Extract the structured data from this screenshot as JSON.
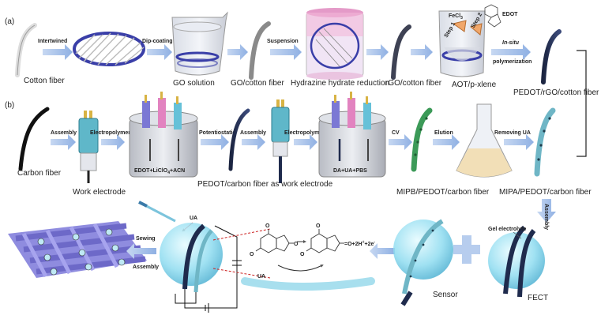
{
  "panels": {
    "a": "(a)",
    "b": "(b)"
  },
  "row_a": {
    "cotton_fiber": "Cotton fiber",
    "intertwined": "Intertwined",
    "dip_coating": "Dip-coating",
    "go_solution": "GO solution",
    "go_cotton_fiber": "GO/cotton fiber",
    "suspension": "Suspension",
    "hydrazine": "Hydrazine hydrate reduction",
    "rgo_cotton_fiber": "rGO/cotton fiber",
    "fecl3": "FeCl",
    "fecl3_sub": "3",
    "step1": "Step 1",
    "step2": "Step 2",
    "edot": "EDOT",
    "aot": "AOT/p-xlene",
    "in_situ": "In-situ",
    "polymerization": "polymerization",
    "pedot_rgo": "PEDOT/rGO/cotton fiber"
  },
  "row_b": {
    "carbon_fiber": "Carbon fiber",
    "assembly1": "Assembly",
    "work_electrode": "Work electrode",
    "electropolymerization1": "Electropolymerization",
    "edot_solution_pre": "EDOT+LiClO",
    "edot_solution_sub": "4",
    "edot_solution_post": "+ACN",
    "potentiostatic": "Potentiostatic",
    "assembly2": "Assembly",
    "pedot_carbon": "PEDOT/carbon fiber as work electrode",
    "electropolymerization2": "Electropolymerization",
    "da_ua_pbs": "DA+UA+PBS",
    "cv": "CV",
    "mipb": "MIPB/PEDOT/carbon fiber",
    "elution": "Elution",
    "removing_ua": "Removing UA",
    "mipa": "MIPA/PEDOT/carbon fiber"
  },
  "row_c": {
    "sewing": "Sewing",
    "assembly": "Assembly",
    "ua_top": "UA",
    "ua_bottom": "UA",
    "reaction_product": "=O+2H",
    "reaction_sup1": "+",
    "reaction_mid": "+2e",
    "reaction_sup2": "-",
    "sensor": "Sensor",
    "gel_electrolyte": "Gel electrolyte",
    "fect": "FECT",
    "assembly_vertical": "Assembly"
  },
  "colors": {
    "arrow": "#a9c3ea",
    "ring": "#3a3fa8",
    "pedot_fiber": "#1f2b4d",
    "sphere": "#8fdcf0",
    "fabric": "#7b79d6",
    "beaker_pink": "#e87ac0",
    "mip_green": "#3c9a58"
  }
}
